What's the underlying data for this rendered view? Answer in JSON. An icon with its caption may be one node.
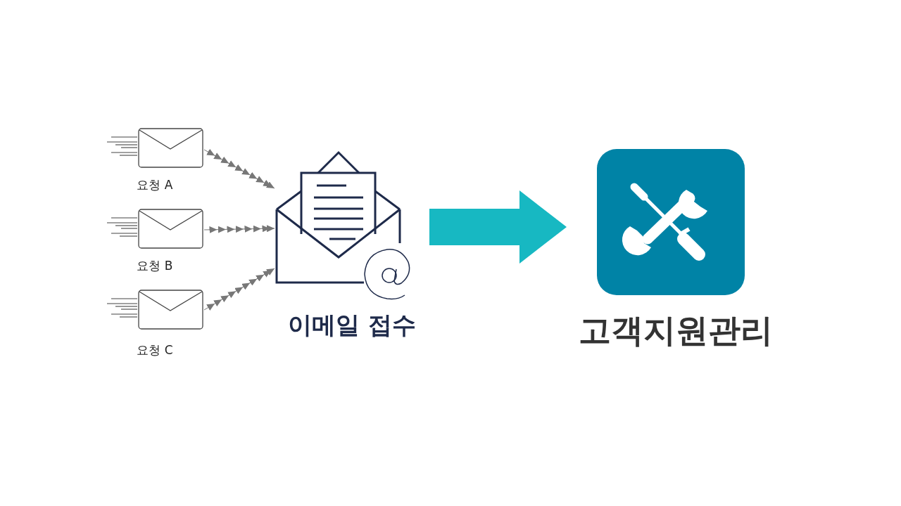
{
  "diagram": {
    "nodes": [
      {
        "text": [
          "요청 A"
        ]
      },
      {
        "text": [
          "요청 B"
        ]
      },
      {
        "text": [
          "요청 C"
        ]
      },
      {
        "text": [
          "이메일 접수"
        ]
      },
      {
        "text": [
          "고객지원관리"
        ]
      }
    ],
    "edges": [
      {
        "from": 0,
        "to": 3,
        "arrow": "to"
      },
      {
        "from": 1,
        "to": 3,
        "arrow": "to"
      },
      {
        "from": 2,
        "to": 3,
        "arrow": "to"
      },
      {
        "from": 3,
        "to": 4,
        "arrow": "to",
        "style": "thick",
        "color": "#17b8c2"
      }
    ]
  }
}
